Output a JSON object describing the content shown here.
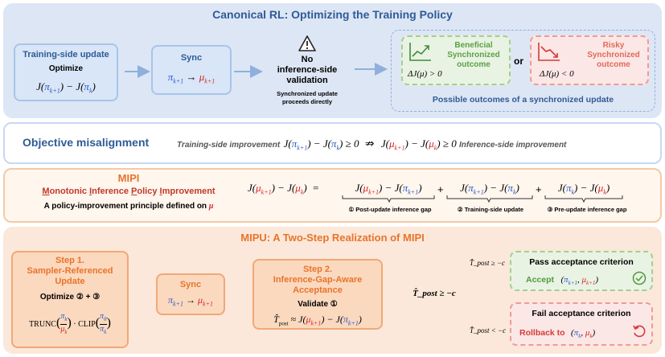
{
  "canonical": {
    "title": "Canonical RL: Optimizing the Training Policy",
    "training_box": {
      "title": "Training-side update",
      "subtitle": "Optimize",
      "formula": "J(π_{k+1}) − J(π_k)"
    },
    "sync_box": {
      "title": "Sync",
      "formula": "π_{k+1} → μ_{k+1}"
    },
    "no_validation": {
      "line1": "No",
      "line2": "inference-side",
      "line3": "validation",
      "note1": "Synchronized update",
      "note2": "proceeds directly"
    },
    "beneficial": {
      "line1": "Beneficial",
      "line2": "Synchronized",
      "line3": "outcome",
      "condition": "ΔJ(μ) > 0"
    },
    "or_label": "or",
    "risky": {
      "line1": "Risky",
      "line2": "Synchronized",
      "line3": "outcome",
      "condition": "ΔJ(μ) < 0"
    },
    "outcomes_caption": "Possible outcomes of a synchronized update"
  },
  "misalignment": {
    "title": "Objective misalignment",
    "left_label": "Training-side improvement",
    "left_formula": "J(π_{k+1}) − J(π_k) ≥ 0",
    "not_implies": "⇏",
    "right_formula": "J(μ_{k+1}) − J(μ_k) ≥ 0",
    "right_label": "Inference-side improvement"
  },
  "mipi": {
    "title": "MIPI",
    "expansion": "Monotonic Inference Policy Improvement",
    "description": "A policy-improvement principle defined on μ",
    "lhs": "J(μ_{k+1}) − J(μ_k)",
    "term1": "J(μ_{k+1}) − J(π_{k+1})",
    "term2": "J(π_{k+1}) − J(π_k)",
    "term3": "J(π_k) − J(μ_k)",
    "label1": "① Post-update inference gap",
    "label2": "② Training-side update",
    "label3": "③ Pre-update inference gap"
  },
  "mipu": {
    "title": "MIPU: A Two-Step Realization of MIPI",
    "step1": {
      "line1": "Step 1.",
      "line2": "Sampler-Referenced",
      "line3": "Update",
      "optimize": "Optimize ② + ③",
      "formula": "TRUNC(π_k/μ_k) · CLIP(π_θ/π_k)"
    },
    "sync": {
      "title": "Sync",
      "formula": "π_{k+1} → μ_{k+1}"
    },
    "step2": {
      "line1": "Step 2.",
      "line2": "Inference-Gap-Aware",
      "line3": "Acceptance",
      "validate": "Validate ①",
      "formula": "T̂_post ≈ J(μ_{k+1}) − J(π_{k+1})"
    },
    "decision": "T̂_post ≥ −c",
    "branch_top": "T̂_post ≥ −c",
    "branch_bottom": "T̂_post < −c",
    "pass": {
      "title": "Pass acceptance criterion",
      "action": "Accept",
      "pair": "(π_{k+1}, μ_{k+1})"
    },
    "fail": {
      "title": "Fail acceptance criterion",
      "action": "Rollback to",
      "pair": "(π_k, μ_k)"
    }
  }
}
